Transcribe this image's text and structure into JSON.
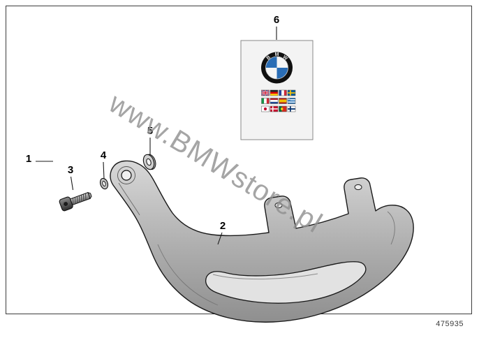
{
  "callouts": [
    {
      "label": "1"
    },
    {
      "label": "2"
    },
    {
      "label": "3"
    },
    {
      "label": "4"
    },
    {
      "label": "5"
    },
    {
      "label": "6"
    }
  ],
  "card": {
    "logo_letters": [
      "B",
      "M",
      "W"
    ],
    "flag_icons": [
      "uk",
      "germany",
      "france",
      "sweden",
      "italy",
      "netherlands",
      "spain",
      "greece",
      "japan",
      "denmark",
      "portugal",
      "finland"
    ]
  },
  "watermark": {
    "text": "www.BMWstore.pl"
  },
  "footer": {
    "part_number": "475935"
  },
  "colors": {
    "bmw_blue": "#2a6db5",
    "diagram_gray": "#b3b3b3",
    "watermark_gray": "#8f8f8f",
    "background": "#ffffff"
  }
}
